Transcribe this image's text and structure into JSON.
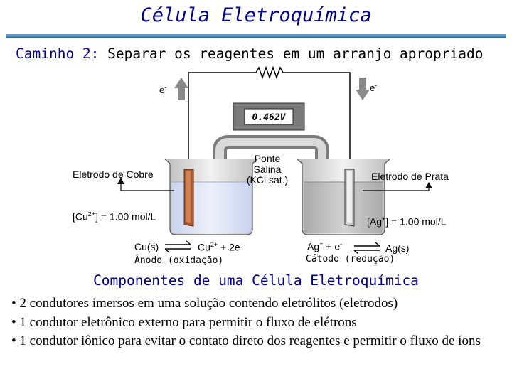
{
  "title": "Célula Eletroquímica",
  "subtitle": {
    "highlight": "Caminho 2:",
    "rest": "Separar os reagentes em um arranjo apropriado"
  },
  "diagram": {
    "electron_left": {
      "base": "e",
      "sup": "-"
    },
    "electron_right": {
      "base": "e",
      "sup": "-"
    },
    "voltmeter_display": "0.462V",
    "left_electrode_label": "Eletrodo de Cobre",
    "right_electrode_label": "Eletrodo de Prata",
    "salt_bridge_line1": "Ponte",
    "salt_bridge_line2": "Salina",
    "salt_bridge_line3": "(KCl sat.)",
    "left_conc": {
      "pre": "[Cu",
      "sup": "2+",
      "post": "] = 1.00 mol/L"
    },
    "right_conc": {
      "pre": "[Ag",
      "sup": "+",
      "post": "] = 1.00 mol/L"
    },
    "left_reaction": {
      "reactant": "Cu(s)",
      "product": "Cu",
      "product_sup": "2+",
      "tail": " + 2e",
      "tail_sup": "-"
    },
    "right_reaction": {
      "reactant": "Ag",
      "reactant_sup": "+",
      "mid": " + e",
      "mid_sup": "-",
      "product": "Ag(s)"
    },
    "anode_label": "Ânodo (oxidação)",
    "cathode_label": "Cátodo (redução)"
  },
  "components": {
    "heading": "Componentes de uma Célula Eletroquímica",
    "items": [
      "• 2 condutores imersos em uma solução contendo eletrólitos (eletrodos)",
      "• 1 condutor eletrônico externo para permitir o fluxo de elétrons",
      "• 1 condutor iônico para evitar o contato direto dos reagentes e permitir o fluxo de íons"
    ]
  },
  "colors": {
    "title": "#00008b",
    "solution_left": "#d6def4",
    "solution_right": "#c4c4c4"
  }
}
